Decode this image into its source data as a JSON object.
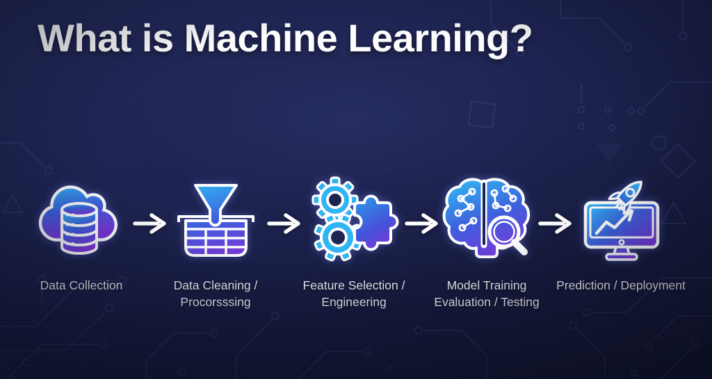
{
  "title": "What is Machine Learning?",
  "steps": [
    {
      "id": "data-collection",
      "line1": "Data Collection",
      "line2": ""
    },
    {
      "id": "data-cleaning",
      "line1": "Data Cleaning /",
      "line2": "Procorsssing"
    },
    {
      "id": "feature-selection",
      "line1": "Feature Selection /",
      "line2": "Engineering"
    },
    {
      "id": "model-training",
      "line1": "Model Training",
      "line2": "Evaluation / Testing"
    },
    {
      "id": "prediction",
      "line1": "Prediction / Deployment",
      "line2": ""
    }
  ],
  "icons": {
    "step1": "cloud-database-icon",
    "step2": "funnel-table-icon",
    "step3": "gears-puzzle-icon",
    "step4": "brain-magnifier-icon",
    "step5": "monitor-rocket-icon",
    "connector": "flow-arrow-icon"
  },
  "colors": {
    "background": "#1d2350",
    "accent_blue": "#31b4f2",
    "accent_indigo": "#3e5fdc",
    "accent_purple": "#7c35d9",
    "text": "#ffffff",
    "circuit": "#6b7cc4"
  }
}
